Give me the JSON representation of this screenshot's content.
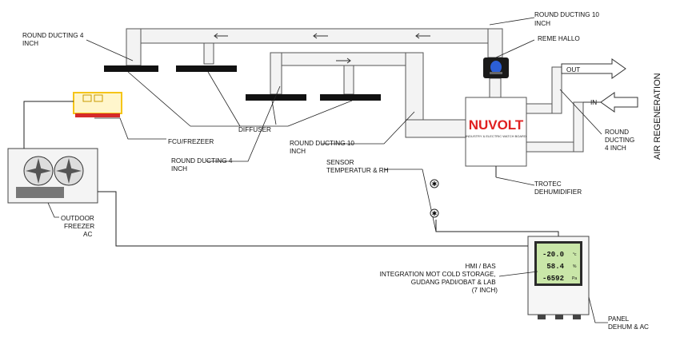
{
  "labels": {
    "round_ducting_10_top": [
      "ROUND DUCTING 10",
      "INCH"
    ],
    "round_ducting_4_topleft": [
      "ROUND DUCTING 4",
      "INCH"
    ],
    "reme_hallo": "REME HALLO",
    "out": "OUT",
    "in": "IN",
    "air_regeneration": "AIR REGENERATION",
    "round_ducting_4_right": [
      "ROUND",
      "DUCTING",
      "4 INCH"
    ],
    "fcu_freezer": "FCU/FREZEER",
    "diffuser": "DIFFUSER",
    "round_ducting_10_mid": [
      "ROUND DUCTING 10",
      "INCH"
    ],
    "round_ducting_4_mid": [
      "ROUND DUCTING 4",
      "INCH"
    ],
    "sensor": [
      "SENSOR",
      "TEMPERATUR & RH"
    ],
    "trotec": [
      "TROTEC",
      "DEHUMIDIFIER"
    ],
    "outdoor": [
      "OUTDOOR",
      "FREEZER",
      "AC"
    ],
    "hmi": [
      "HMI / BAS",
      "INTEGRATION MOT COLD STORAGE,",
      "GUDANG PADI/OBAT & LAB",
      "(7 INCH)"
    ],
    "panel": [
      "PANEL",
      "DEHUM & AC"
    ]
  },
  "dehumidifier": {
    "brand": "NUVOLT",
    "tagline": "INDUSTRY & ELECTRIC WATCH BOARD"
  },
  "hmi_screen": {
    "readings": [
      {
        "value": "-20.0",
        "unit": "°c"
      },
      {
        "value": "58.4",
        "unit": "%"
      },
      {
        "value": "-6592",
        "unit": "Pa"
      }
    ]
  },
  "colors": {
    "duct_fill": "#f3f3f3",
    "diffuser": "#111111",
    "fcu_yellow": "#f5c518",
    "fcu_red": "#d62a2a",
    "hmi_screen": "#c9e6a8",
    "brand_red": "#e02020",
    "reme_blue": "#2c5fd6"
  }
}
